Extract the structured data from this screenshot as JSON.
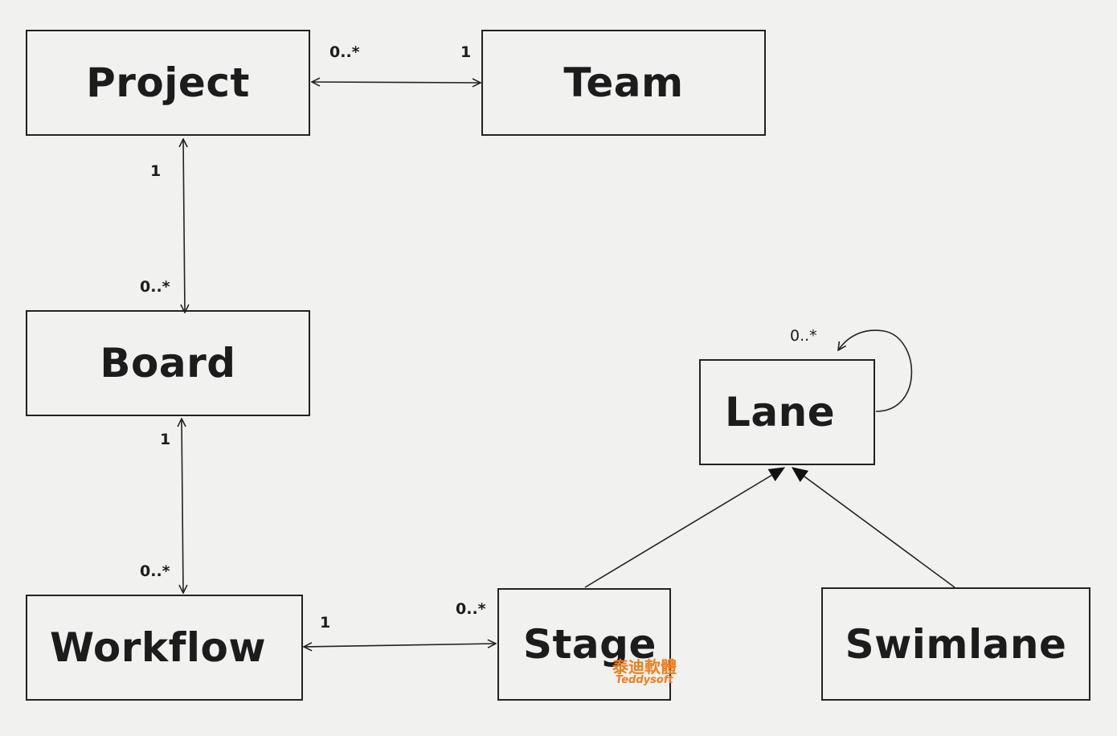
{
  "classes": {
    "project": "Project",
    "team": "Team",
    "board": "Board",
    "workflow": "Workflow",
    "lane": "Lane",
    "stage": "Stage",
    "swimlane": "Swimlane"
  },
  "multiplicities": {
    "project_team_project_end": "0..*",
    "project_team_team_end": "1",
    "project_board_project_end": "1",
    "project_board_board_end": "0..*",
    "board_workflow_board_end": "1",
    "board_workflow_workflow_end": "0..*",
    "workflow_stage_workflow_end": "1",
    "workflow_stage_stage_end": "0..*",
    "lane_self": "0..*"
  },
  "watermark": {
    "main": "泰迪軟體",
    "sub": "Teddysoft"
  },
  "colors": {
    "background": "#f1f1f0",
    "stroke": "#222222",
    "watermark": "#f07e1c"
  }
}
